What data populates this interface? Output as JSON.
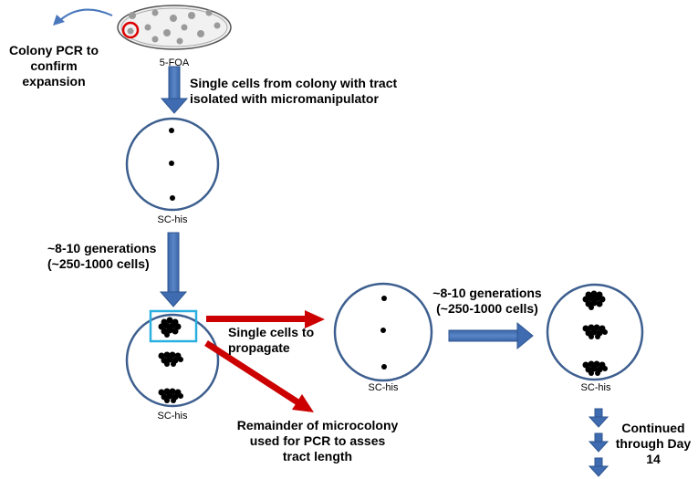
{
  "colors": {
    "plate_outline": "#3d5f8f",
    "arrow_blue": "#4472b6",
    "arrow_red": "#cc0000",
    "highlight_box": "#2ab0e0",
    "cell": "#000000",
    "colony_grey": "#9a9a9a"
  },
  "labels": {
    "colony_pcr": "Colony PCR to\nconfirm\nexpansion",
    "plate_5foa": "5-FOA",
    "single_cells_isolated": "Single cells from colony with tract\nisolated with micromanipulator",
    "plate_schis_1": "SC-his",
    "generations_1": "~8-10 generations\n(~250-1000 cells)",
    "plate_schis_2": "SC-his",
    "single_cells_propagate": "Single cells to\npropagate",
    "remainder": "Remainder of microcolony\nused for PCR to asses\ntract length",
    "generations_2": "~8-10 generations\n(~250-1000 cells)",
    "plate_schis_3": "SC-his",
    "plate_schis_4": "SC-his",
    "continued": "Continued\nthrough Day\n14"
  }
}
